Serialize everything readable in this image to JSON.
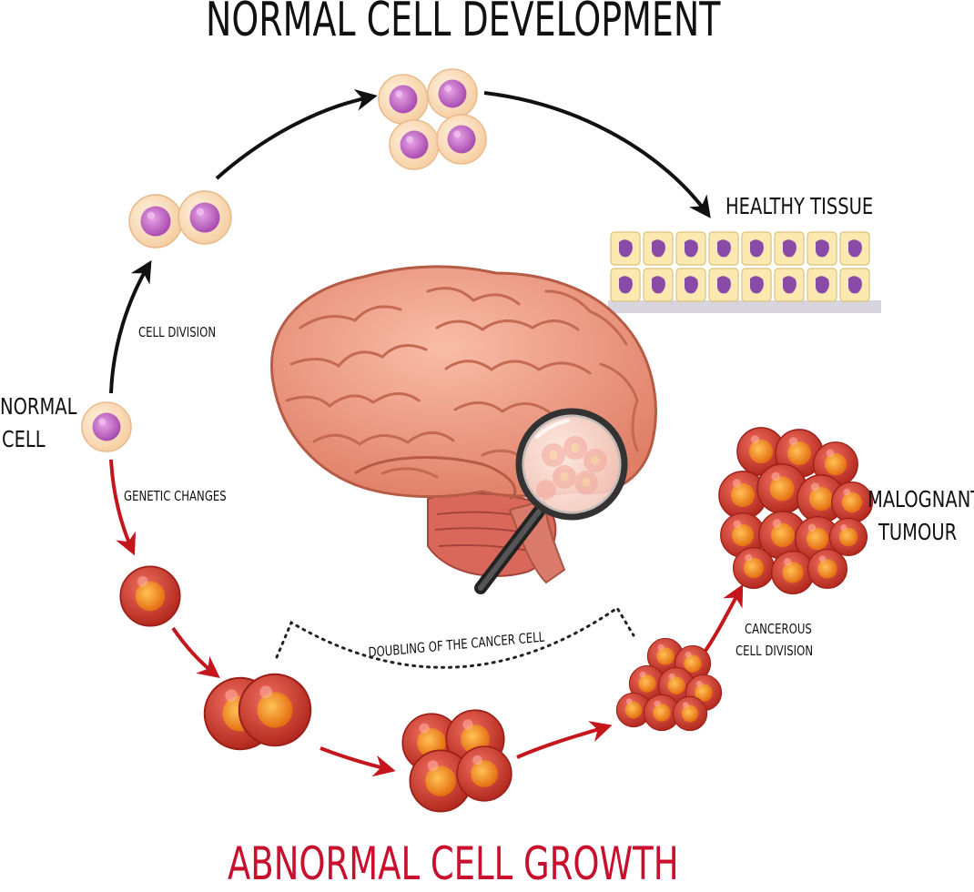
{
  "title_top": "NORMAL CELL DEVELOPMENT",
  "title_bottom": "ABNORMAL CELL GROWTH",
  "labels": {
    "healthy_tissue": "HEALTHY TISSUE",
    "cell_division": "CELL DIVISION",
    "normal_cell_line1": "NORMAL",
    "normal_cell_line2": "CELL",
    "genetic_changes": "GENETIC CHANGES",
    "doubling": "DOUBLING OF THE CANCER CELL",
    "cancerous_line1": "CANCEROUS",
    "cancerous_line2": "CELL DIVISION",
    "malignant_line1": "MALOGNANT",
    "malignant_line2": "TUMOUR"
  },
  "colors": {
    "title_top": "#111111",
    "title_bottom": "#c8102e",
    "normal_arrow": "#111111",
    "abnormal_arrow": "#c4161c",
    "normal_cell_outer": "#fbe2c4",
    "normal_cell_nucleus": "#c164c4",
    "cancer_cell": "#d2443a",
    "cancer_nucleus": "#f08a24",
    "brain": "#f0a08a",
    "tissue_cell": "#fbe9b0",
    "tissue_nucleus": "#8a4aa8"
  },
  "icons": [
    "magnifying-glass-icon",
    "brain-illustration"
  ]
}
